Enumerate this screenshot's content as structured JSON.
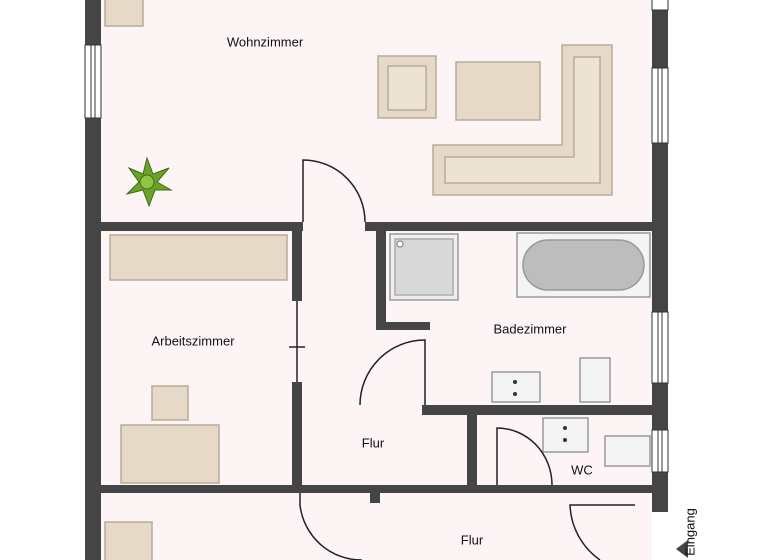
{
  "rooms": {
    "wohnzimmer": "Wohnzimmer",
    "arbeitszimmer": "Arbeitszimmer",
    "badezimmer": "Badezimmer",
    "flur_upper": "Flur",
    "wc": "WC",
    "flur_lower": "Flur"
  },
  "entrance": "Eingang",
  "colors": {
    "wall": "#454545",
    "floor": "#fdf5f5",
    "furniture": "#e6d9c8",
    "furniture_border": "#b9ab98",
    "plant": "#6aa22a"
  }
}
